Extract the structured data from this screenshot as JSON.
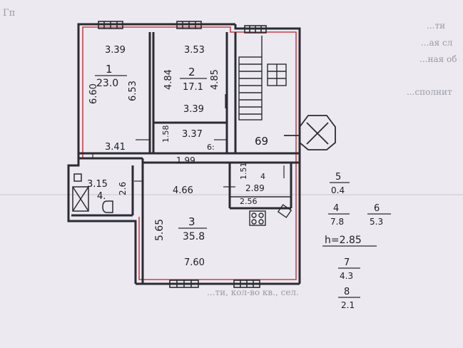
{
  "background_text": {
    "top_left_fragment": "Гп",
    "right_fragment_1": "...ти",
    "right_fragment_2": "...ая сл",
    "right_fragment_3": "...ная об",
    "right_fragment_4": "...сполнит",
    "bottom_fragment": "...ти, кол-во кв., сел."
  },
  "rooms": {
    "room1": {
      "number": "1",
      "area": "23.0",
      "width": "3.39",
      "length": "6.53",
      "bottom_width": "3.41",
      "outer_length": "6.60"
    },
    "room2": {
      "number": "2",
      "area": "17.1",
      "width": "3.53",
      "left_length": "4.84",
      "right_length": "4.85",
      "bottom_width": "3.39"
    },
    "room3": {
      "number": "3",
      "area": "35.8",
      "width": "4.66",
      "length": "5.65",
      "bottom_width": "7.60"
    },
    "room4": {
      "number": "4.",
      "width": "3.15",
      "length": "2.6"
    },
    "room5": {
      "width": "3.37",
      "length": "1.58",
      "number": "6:"
    },
    "room6": {
      "label": "69"
    },
    "room7": {
      "width": "2.89",
      "height": "1.51",
      "number": "4"
    },
    "room8": {
      "width": "2.56"
    },
    "corridor": {
      "width": "1.99"
    }
  },
  "legend": [
    {
      "number": "5",
      "area": "0.4"
    },
    {
      "number": "4",
      "area": "7.8"
    },
    {
      "number": "6",
      "area": "5.3"
    },
    {
      "height_label": "h=2.85"
    },
    {
      "number": "7",
      "area": "4.3"
    },
    {
      "number": "8",
      "area": "2.1"
    }
  ],
  "colors": {
    "wall": "#2b2b33",
    "red_outline": "#c8424a",
    "paper": "#eceaf0"
  }
}
